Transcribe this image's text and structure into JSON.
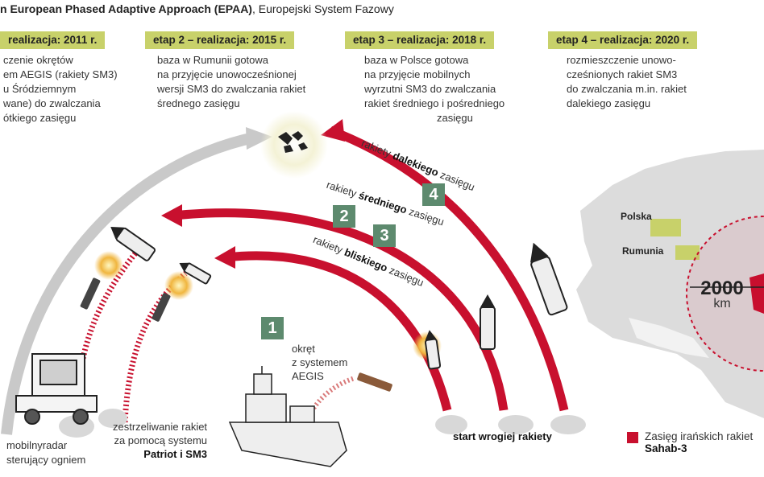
{
  "title": {
    "bold": "n European Phased Adaptive Approach (EPAA)",
    "rest": ", Europejski System Fazowy"
  },
  "stages": [
    {
      "badge": "realizacja: 2011 r.",
      "lines": [
        "czenie okrętów",
        "em AEGIS (rakiety SM3)",
        "u Śródziemnym",
        "wane) do zwalczania",
        "ótkiego zasięgu"
      ]
    },
    {
      "badge": "etap 2 – realizacja: 2015 r.",
      "lines": [
        "baza w Rumunii gotowa",
        "na przyjęcie unowocześnionej",
        "wersji SM3 do zwalczania rakiet",
        "średnego zasięgu"
      ]
    },
    {
      "badge": "etap 3 – realizacja: 2018 r.",
      "lines": [
        "baza w Polsce gotowa",
        "na przyjęcie mobilnych",
        "wyrzutni SM3 do zwalczania",
        "rakiet średniego i pośredniego",
        "zasięgu"
      ]
    },
    {
      "badge": "etap 4 – realizacja: 2020 r.",
      "lines": [
        "rozmieszczenie unowo-",
        "cześnionych rakiet SM3",
        "do zwalczania m.in. rakiet",
        "dalekiego zasięgu"
      ]
    }
  ],
  "numbers": [
    "1",
    "2",
    "3",
    "4"
  ],
  "arc_labels": {
    "far": {
      "pre": "rakiety ",
      "bold": "dalekiego",
      "post": " zasięgu"
    },
    "mid": {
      "pre": "rakiety ",
      "bold": "średniego",
      "post": " zasięgu"
    },
    "near": {
      "pre": "rakiety ",
      "bold": "bliskiego",
      "post": " zasięgu"
    }
  },
  "ship_label": [
    "okręt",
    "z systemem",
    "AEGIS"
  ],
  "radar_label": [
    "mobilnyradar",
    "sterujący ogniem"
  ],
  "intercept_label": {
    "lines": [
      "zestrzeliwanie rakiet",
      "za pomocą systemu"
    ],
    "bold": "Patriot i SM3"
  },
  "launch_label": "start wrogiej rakiety",
  "map": {
    "countries": [
      "Polska",
      "Rumunia"
    ],
    "distance": "2000",
    "unit": "km"
  },
  "legend": {
    "text": "Zasięg irańskich rakiet",
    "bold": "Sahab-3"
  },
  "colors": {
    "arc_red": "#c8102e",
    "badge_green": "#c8d16a",
    "number_green": "#5d8a6e",
    "gray_arc": "#c9c9c9",
    "map_land": "#d9d9d9"
  }
}
